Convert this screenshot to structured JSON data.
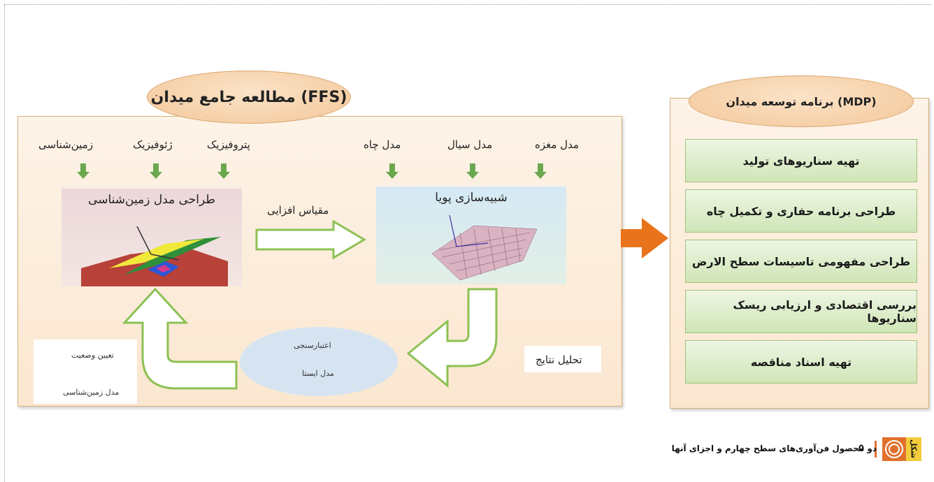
{
  "ffs": {
    "title": "(FFS) مطالعه جامع میدان",
    "inputs_geology": [
      "زمین‌شناسی",
      "ژئوفیزیک",
      "پتروفیزیک"
    ],
    "inputs_simulation": [
      "مدل چاه",
      "مدل سیال",
      "مدل مغزه"
    ],
    "geo_model_title": "طراحی مدل زمین‌شناسی",
    "dynamic_sim_title": "شبیه‌سازی پویا",
    "upscaling_label": "مقیاس افزایی",
    "validation_line1": "اعتبارسنجی",
    "validation_line2": "مدل ایستا",
    "results_analysis": "تحلیل نتایج",
    "geo_status_line1": "تعیین وضعیت",
    "geo_status_line2": "مدل زمین‌شناسی"
  },
  "mdp": {
    "title": "(MDP) برنامه توسعه میدان",
    "items": [
      "تهیه سناریوهای تولید",
      "طراحی برنامه حفاری و تکمیل چاه",
      "طراحی مفهومی تاسیسات سطح الارض",
      "بررسی اقتصادی و ارزیابی ریسک سناریوها",
      "تهیه  اسناد مناقصه"
    ]
  },
  "caption": {
    "tab": "شکل",
    "number": "۵",
    "text": "دو محصول فن‌آوری‌های سطح چهارم و اجزای آنها"
  },
  "colors": {
    "panel_fill": "#fbe7d0",
    "mdp_item_fill": "#cfe5b6",
    "arrow_green": "#8cc153",
    "down_arrow": "#6aa84f",
    "main_arrow": "#e8731a",
    "caption_accent": "#e2702d"
  }
}
